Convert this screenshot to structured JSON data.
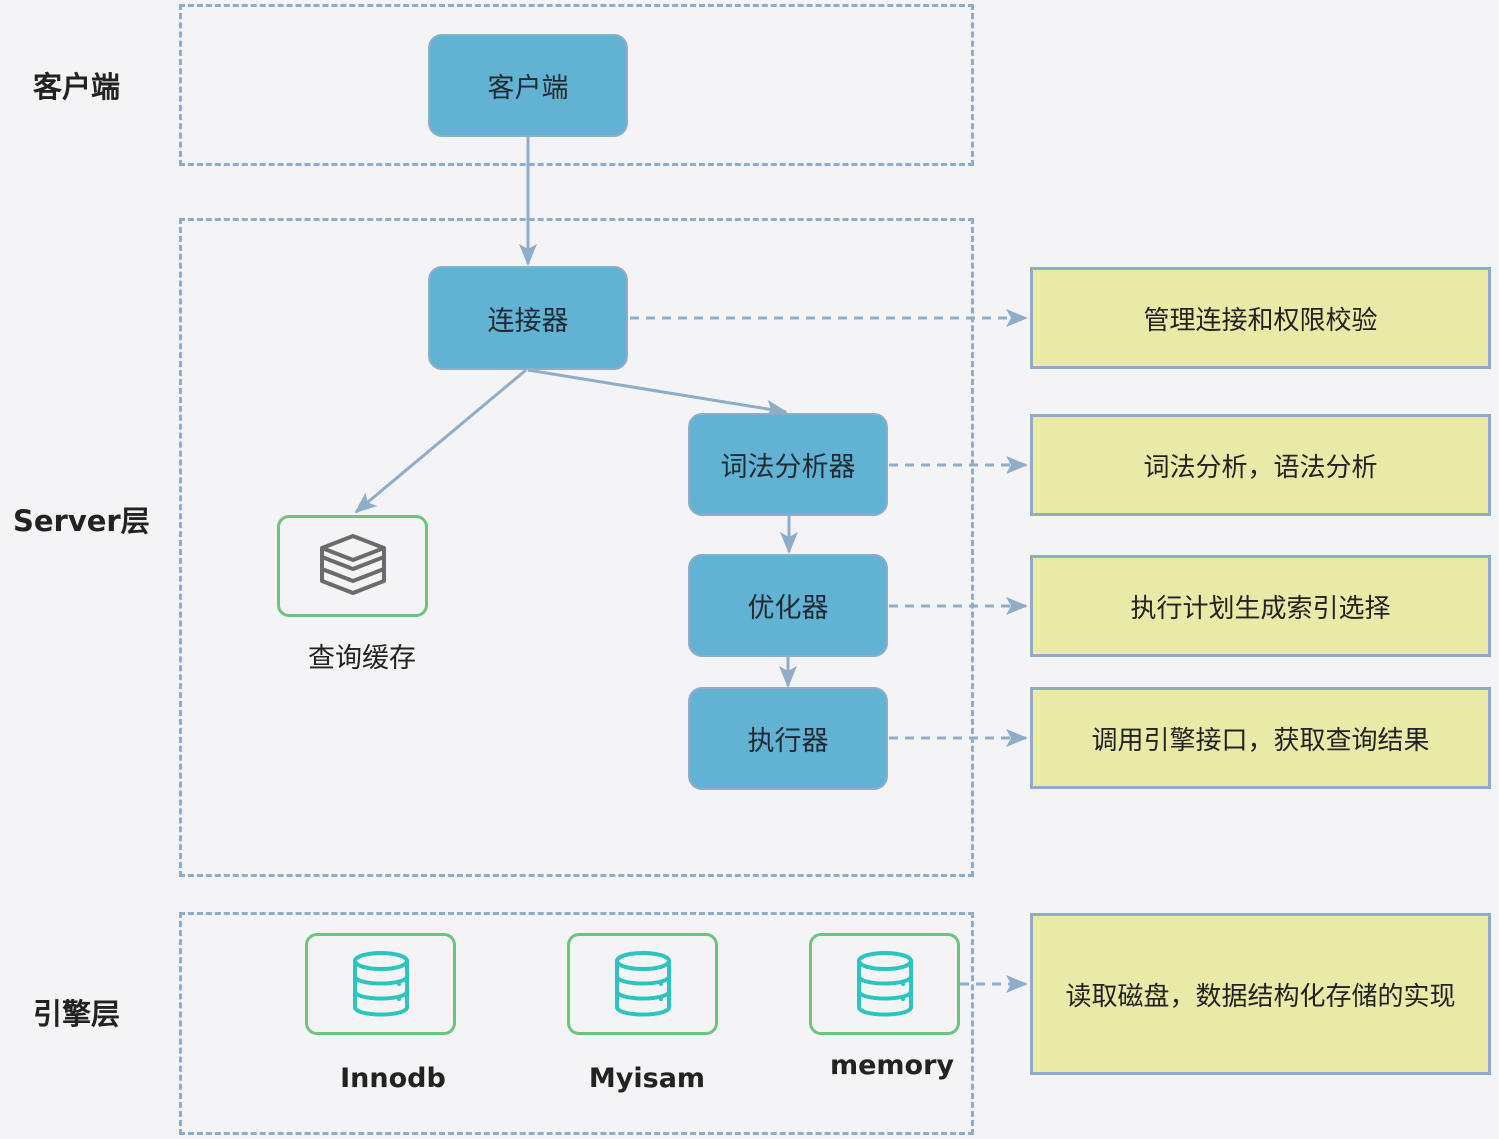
{
  "layers": {
    "client": "客户端",
    "server": "Server层",
    "engine": "引擎层"
  },
  "components": {
    "client": "客户端",
    "connector": "连接器",
    "lexer": "词法分析器",
    "optimizer": "优化器",
    "executor": "执行器",
    "query_cache": "查询缓存"
  },
  "notes": {
    "connector": "管理连接和权限校验",
    "lexer": "词法分析，语法分析",
    "optimizer": "执行计划生成索引选择",
    "executor": "调用引擎接口，获取查询结果",
    "engine": "读取磁盘，数据结构化存储的实现"
  },
  "engines": [
    {
      "name": "Innodb",
      "icon": "database-icon"
    },
    {
      "name": "Myisam",
      "icon": "database-icon"
    },
    {
      "name": "memory",
      "icon": "database-icon"
    }
  ],
  "cache_icon": "stack-layers-icon",
  "colors": {
    "component_fill": "#62b2d3",
    "note_fill": "#e9eaa8",
    "border": "#8fadc8",
    "icon_border": "#6cc47e",
    "db_icon": "#2bc4c0",
    "background": "#f4f4f7"
  }
}
